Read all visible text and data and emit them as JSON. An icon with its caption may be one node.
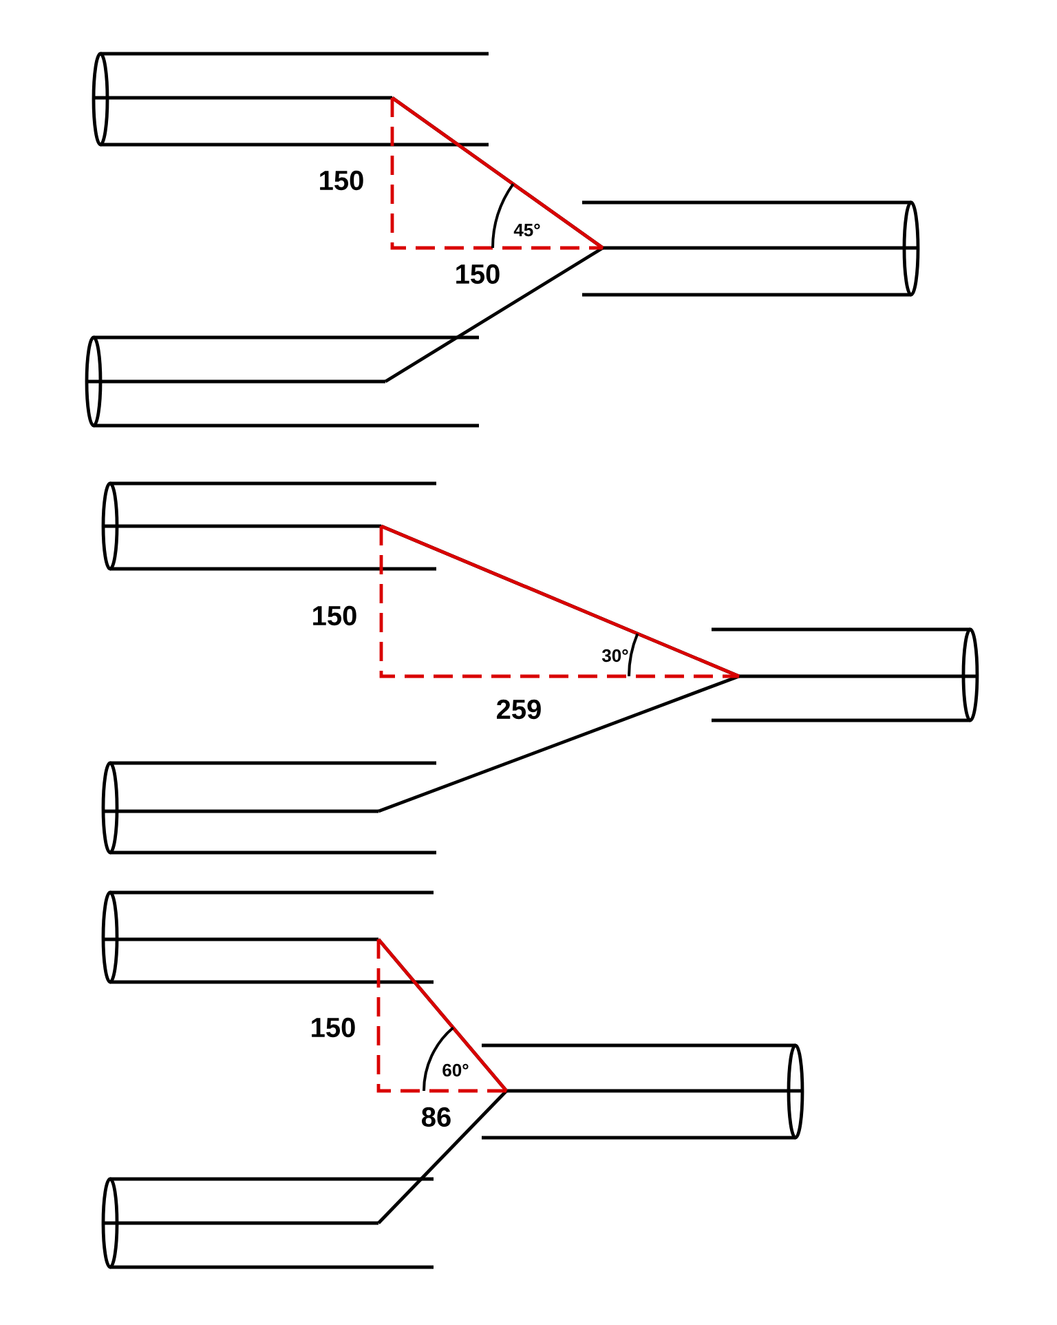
{
  "diagram": {
    "labels": [
      "150",
      "45°",
      "150",
      "150",
      "30°",
      "259",
      "150",
      "60°",
      "86"
    ]
  }
}
